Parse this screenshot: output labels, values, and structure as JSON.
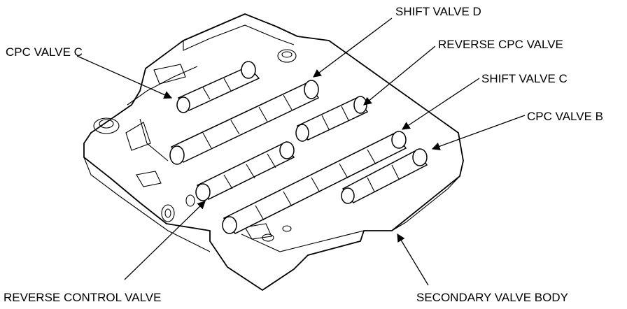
{
  "labels": {
    "shift_valve_d": "SHIFT VALVE D",
    "cpc_valve_c": "CPC VALVE C",
    "reverse_cpc_valve": "REVERSE CPC VALVE",
    "shift_valve_c": "SHIFT VALVE C",
    "cpc_valve_b": "CPC VALVE B",
    "reverse_control_valve": "REVERSE CONTROL VALVE",
    "secondary_valve_body": "SECONDARY VALVE BODY"
  }
}
